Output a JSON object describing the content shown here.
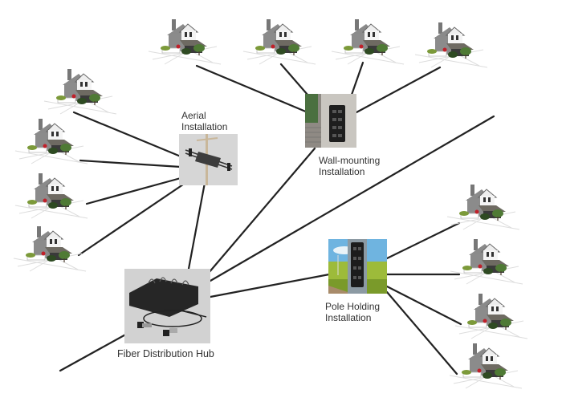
{
  "diagram": {
    "title": "",
    "nodes": {
      "hub": {
        "label": "Fiber Distribution Hub",
        "icon": "fiber-distribution-hub-image"
      },
      "aerial": {
        "label_line1": "Aerial",
        "label_line2": "Installation",
        "icon": "aerial-closure-image"
      },
      "wall": {
        "label_line1": "Wall-mounting",
        "label_line2": "Installation",
        "icon": "wall-mount-closure-image"
      },
      "pole": {
        "label_line1": "Pole Holding",
        "label_line2": "Installation",
        "icon": "pole-mount-closure-image"
      }
    },
    "houses": {
      "top_row_count": 4,
      "left_column_count": 4,
      "right_column_count": 4
    },
    "connections": [
      {
        "from": "hub",
        "to": "aerial"
      },
      {
        "from": "hub",
        "to": "wall"
      },
      {
        "from": "hub",
        "to": "pole"
      },
      {
        "from": "hub",
        "to": "offscreen-top-right"
      },
      {
        "from": "hub",
        "to": "offscreen-bottom-left"
      },
      {
        "from": "aerial",
        "to": "house-left-1"
      },
      {
        "from": "aerial",
        "to": "house-left-2"
      },
      {
        "from": "aerial",
        "to": "house-left-3"
      },
      {
        "from": "aerial",
        "to": "house-left-4"
      },
      {
        "from": "wall",
        "to": "house-top-1"
      },
      {
        "from": "wall",
        "to": "house-top-2"
      },
      {
        "from": "wall",
        "to": "house-top-3"
      },
      {
        "from": "wall",
        "to": "house-top-4"
      },
      {
        "from": "pole",
        "to": "house-right-1"
      },
      {
        "from": "pole",
        "to": "house-right-2"
      },
      {
        "from": "pole",
        "to": "house-right-3"
      },
      {
        "from": "pole",
        "to": "house-right-4"
      }
    ]
  }
}
